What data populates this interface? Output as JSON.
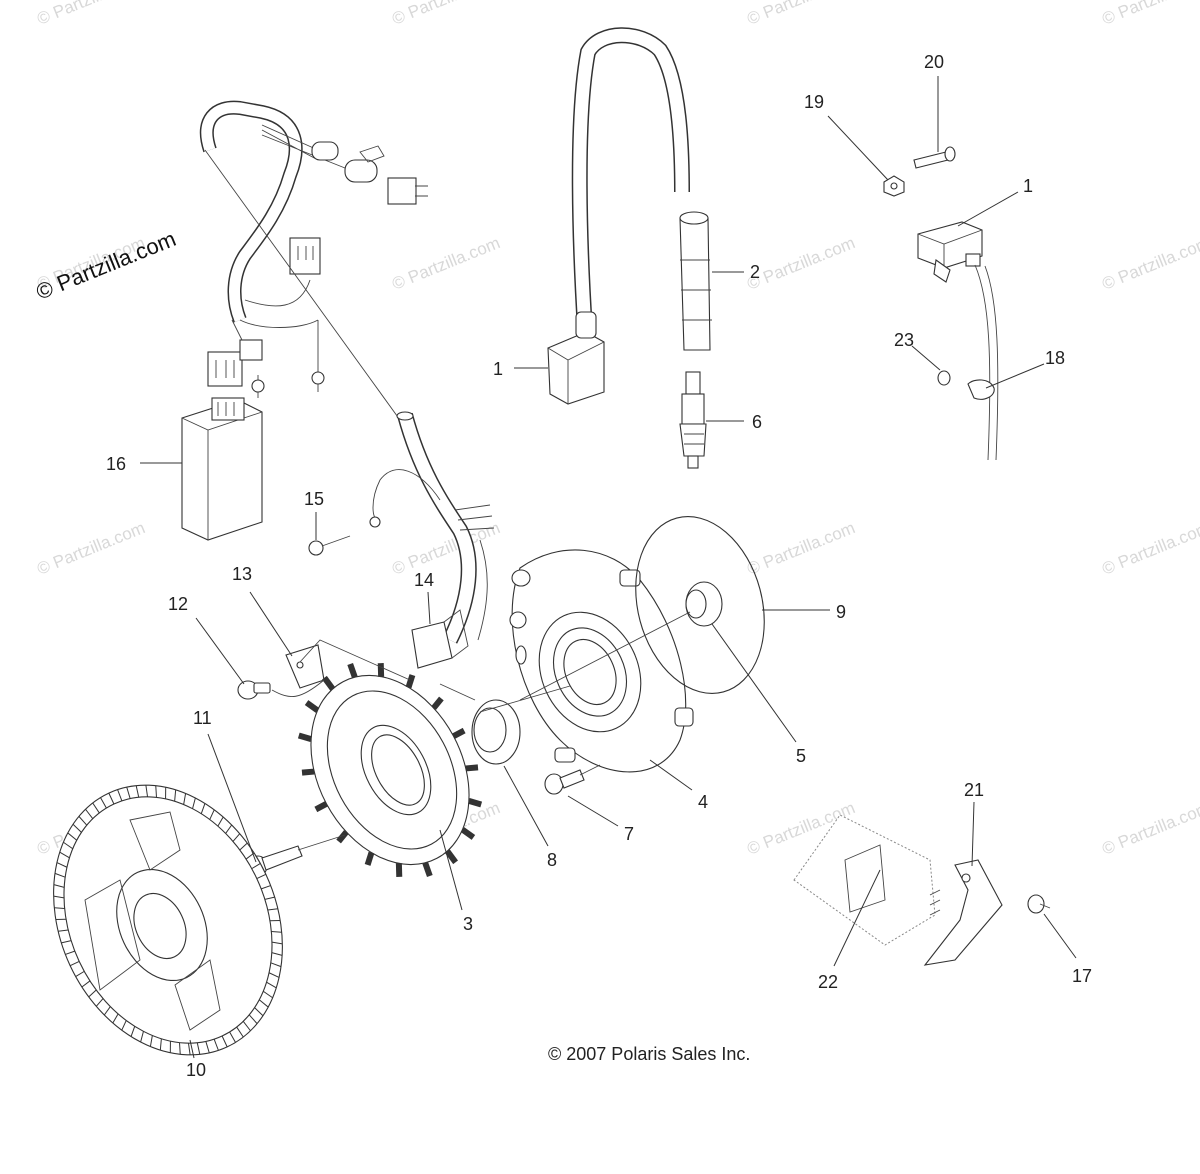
{
  "diagram": {
    "brand_watermark": "© Partzilla.com",
    "tile_watermark": "© Partzilla.com",
    "copyright": "© 2007 Polaris Sales Inc.",
    "callouts": [
      {
        "id": "c1a",
        "label": "1"
      },
      {
        "id": "c1b",
        "label": "1"
      },
      {
        "id": "c2",
        "label": "2"
      },
      {
        "id": "c3",
        "label": "3"
      },
      {
        "id": "c4",
        "label": "4"
      },
      {
        "id": "c5",
        "label": "5"
      },
      {
        "id": "c6",
        "label": "6"
      },
      {
        "id": "c7",
        "label": "7"
      },
      {
        "id": "c8",
        "label": "8"
      },
      {
        "id": "c9",
        "label": "9"
      },
      {
        "id": "c10",
        "label": "10"
      },
      {
        "id": "c11",
        "label": "11"
      },
      {
        "id": "c12",
        "label": "12"
      },
      {
        "id": "c13",
        "label": "13"
      },
      {
        "id": "c14",
        "label": "14"
      },
      {
        "id": "c15",
        "label": "15"
      },
      {
        "id": "c16",
        "label": "16"
      },
      {
        "id": "c17",
        "label": "17"
      },
      {
        "id": "c18",
        "label": "18"
      },
      {
        "id": "c19",
        "label": "19"
      },
      {
        "id": "c20",
        "label": "20"
      },
      {
        "id": "c21",
        "label": "21"
      },
      {
        "id": "c22",
        "label": "22"
      },
      {
        "id": "c23",
        "label": "23"
      }
    ]
  }
}
